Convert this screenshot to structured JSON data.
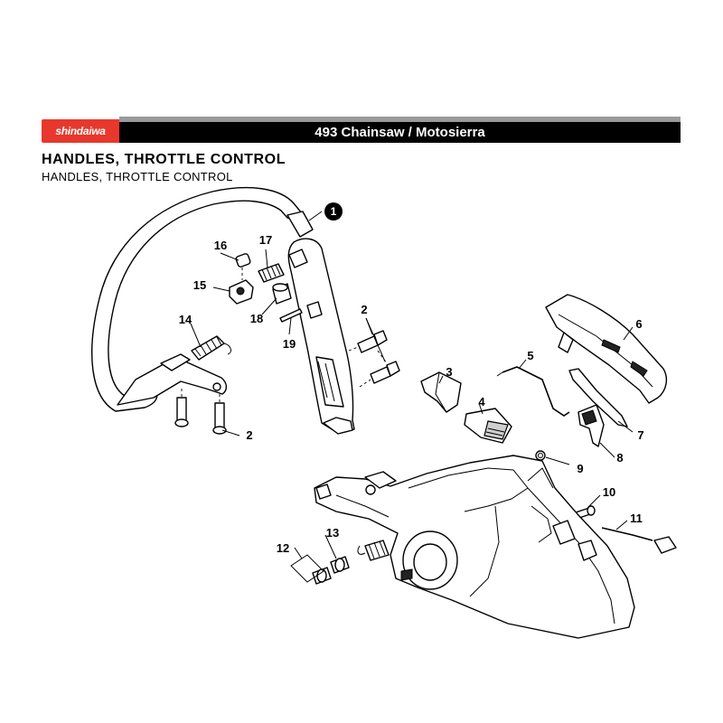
{
  "header": {
    "brand": "shindaiwa",
    "title": "493 Chainsaw / Motosierra"
  },
  "section": {
    "heading": "HANDLES, THROTTLE CONTROL",
    "subheading": "HANDLES, THROTTLE CONTROL"
  },
  "callouts": {
    "c1": "1",
    "c2a": "2",
    "c2b": "2",
    "c3": "3",
    "c4": "4",
    "c5": "5",
    "c6": "6",
    "c7": "7",
    "c8": "8",
    "c9": "9",
    "c10": "10",
    "c11": "11",
    "c12": "12",
    "c13": "13",
    "c14": "14",
    "c15": "15",
    "c16": "16",
    "c17": "17",
    "c18": "18",
    "c19": "19"
  },
  "colors": {
    "brand_red": "#e8372c",
    "bar_black": "#000000",
    "bar_gray": "#9a9a9a"
  }
}
